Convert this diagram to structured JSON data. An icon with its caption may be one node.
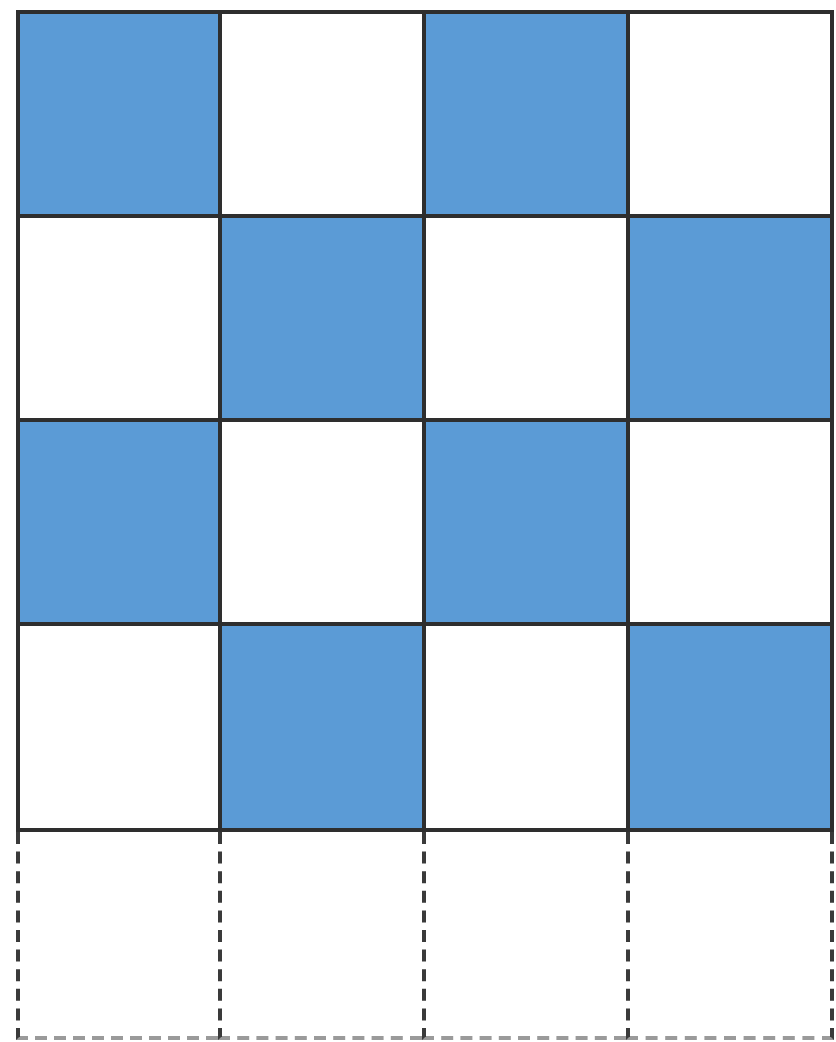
{
  "diagram": {
    "nodes": [
      {
        "text": [],
        "shape": "box"
      },
      {
        "text": [],
        "shape": "box"
      },
      {
        "text": [],
        "shape": "box"
      },
      {
        "text": [],
        "shape": "box"
      },
      {
        "text": [],
        "shape": "box"
      },
      {
        "text": [],
        "shape": "box"
      },
      {
        "text": [],
        "shape": "box"
      },
      {
        "text": [],
        "shape": "box"
      },
      {
        "text": [],
        "shape": "box"
      },
      {
        "text": [],
        "shape": "box"
      },
      {
        "text": [],
        "shape": "box"
      },
      {
        "text": [],
        "shape": "box"
      },
      {
        "text": [],
        "shape": "box"
      },
      {
        "text": [],
        "shape": "box"
      },
      {
        "text": [],
        "shape": "box"
      },
      {
        "text": [],
        "shape": "box"
      },
      {
        "text": [],
        "shape": "box"
      },
      {
        "text": [],
        "shape": "box"
      },
      {
        "text": [],
        "shape": "box"
      },
      {
        "text": [],
        "shape": "box"
      }
    ]
  }
}
